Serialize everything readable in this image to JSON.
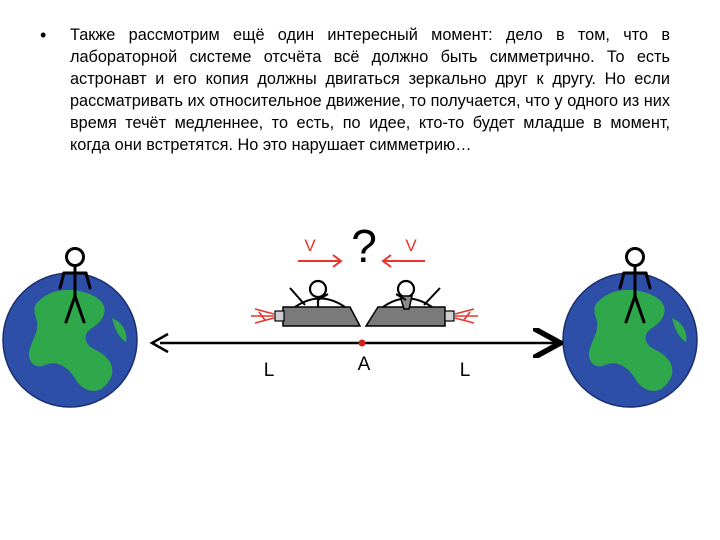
{
  "paragraph": {
    "bullet": "•",
    "text": "Также рассмотрим ещё один интересный момент: дело в том, что в лабораторной системе отсчёта всё должно быть симметрично. То есть астронавт и его копия должны двигаться зеркально друг к другу. Но если рассматривать их относительное движение, то получается, что у одного из них время течёт медленнее, то есть, по идее, кто-то будет младше в момент, когда они встретятся. Но это нарушает симметрию…"
  },
  "diagram": {
    "question_mark": "?",
    "velocity_left": "V",
    "velocity_right": "V",
    "distance_left": "L",
    "distance_right": "L",
    "midpoint": "A",
    "colors": {
      "ocean": "#2d4fa8",
      "land": "#2ea84a",
      "velocity": "#e8342c",
      "midpoint": "#d62020",
      "ship": "#7a7a7a",
      "line": "#000000"
    }
  }
}
